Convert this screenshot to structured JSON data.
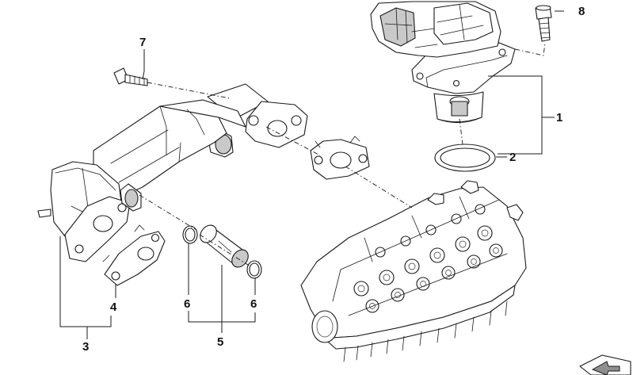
{
  "callouts": {
    "c1": "1",
    "c2": "2",
    "c3": "3",
    "c4": "4",
    "c5": "5",
    "c6a": "6",
    "c6b": "6",
    "c7": "7",
    "c8": "8"
  },
  "icons": {
    "corner": "page-corner-arrow-icon"
  }
}
